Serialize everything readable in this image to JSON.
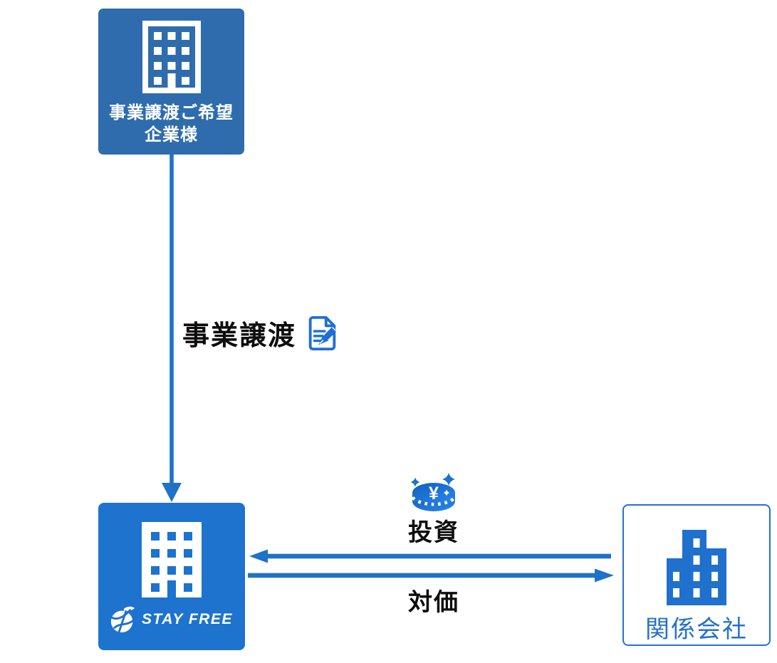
{
  "diagram": {
    "title": "business-transfer-scheme",
    "nodes": {
      "transferor": {
        "label_line1": "事業譲渡ご希望",
        "label_line2": "企業様",
        "icon": "building-outline-icon"
      },
      "stayfree": {
        "logo_text": "STAY FREE",
        "icon": "building-solid-icon",
        "logo_icon": "stayfree-logo-icon"
      },
      "affiliate": {
        "label": "関係会社",
        "icon": "city-buildings-icon"
      }
    },
    "edges": {
      "transfer": {
        "label": "事業譲渡",
        "icon": "document-pen-icon",
        "direction": "down"
      },
      "investment": {
        "label": "投資",
        "icon": "coin-yen-icon",
        "symbol": "¥",
        "direction": "left"
      },
      "consideration": {
        "label": "対価",
        "direction": "right"
      }
    },
    "colors": {
      "canvas_bg": "#FFFFFF",
      "box_top_bg": "#2E6CAD",
      "box_bottom_bg": "#1D73CE",
      "arrow_blue": "#1F72C9",
      "icon_blue": "#1E6FD2",
      "affiliate_border": "#2273CC",
      "affiliate_text": "#2572C8",
      "label_text": "#0D0D0D",
      "white": "#FFFFFF"
    }
  }
}
